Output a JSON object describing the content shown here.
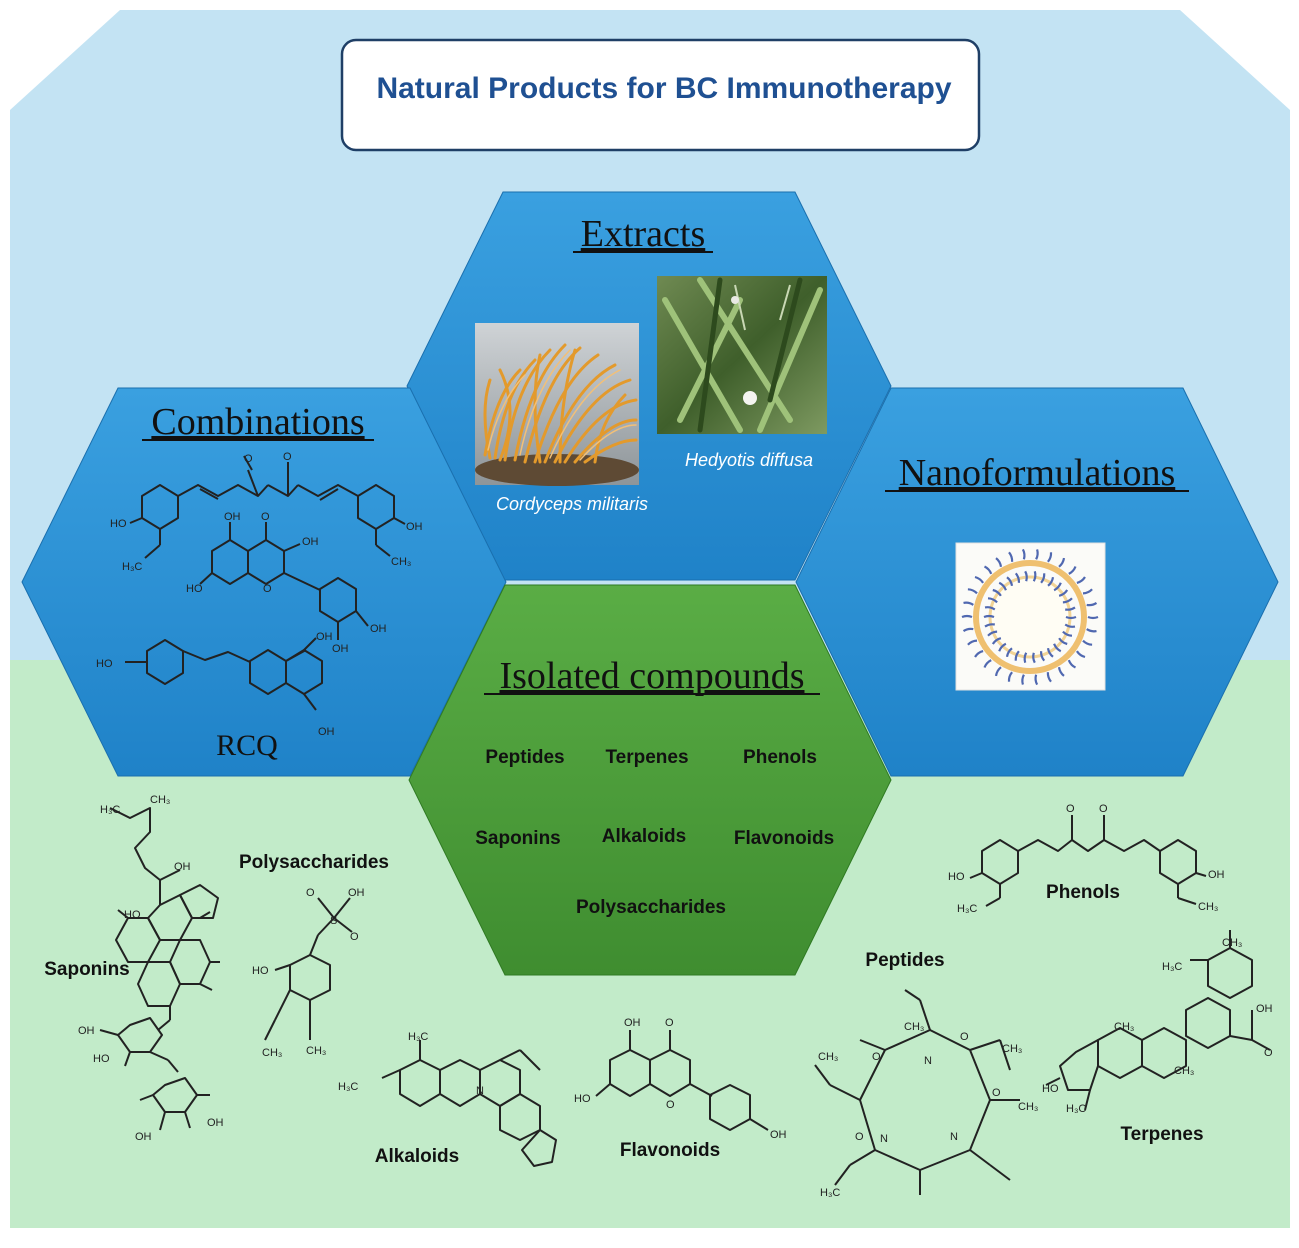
{
  "title": "Natural Products for BC Immunotherapy",
  "hexagons": {
    "extracts": {
      "label": "Extracts",
      "image1_caption": "Cordyceps militaris",
      "image2_caption": "Hedyotis diffusa"
    },
    "combinations": {
      "label": "Combinations",
      "caption": "RCQ"
    },
    "nanoformulations": {
      "label": "Nanoformulations"
    },
    "isolated": {
      "label": "Isolated compounds",
      "items": [
        "Peptides",
        "Terpenes",
        "Phenols",
        "Saponins",
        "Alkaloids",
        "Flavonoids",
        "Polysaccharides"
      ]
    }
  },
  "structures": {
    "saponins": "Saponins",
    "polysaccharides": "Polysaccharides",
    "alkaloids": "Alkaloids",
    "flavonoids": "Flavonoids",
    "peptides": "Peptides",
    "terpenes": "Terpenes",
    "phenols": "Phenols"
  },
  "atoms": {
    "OH": "OH",
    "HO": "HO",
    "O": "O",
    "H3C": "H₃C",
    "CH3": "CH₃",
    "N": "N",
    "S": "S"
  },
  "colors": {
    "sky": "#c3e3f3",
    "mint": "#c2ebc9",
    "hex_blue": "#2a8fd4",
    "hex_green": "#4a9e3a",
    "title_text": "#1f5092"
  }
}
